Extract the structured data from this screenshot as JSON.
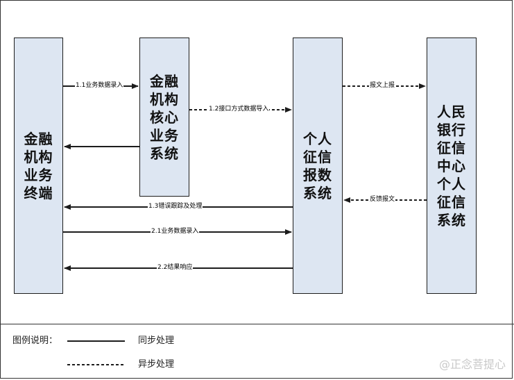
{
  "boxes": {
    "terminal": [
      "金融",
      "机构",
      "业务",
      "终端"
    ],
    "core": [
      "金融",
      "机构",
      "核心",
      "业务",
      "系统"
    ],
    "credit": [
      "个人",
      "征信",
      "报数",
      "系统"
    ],
    "pboc": [
      "人民",
      "银行",
      "征信",
      "中心",
      "个人",
      "征信",
      "系统"
    ]
  },
  "arrows": {
    "a11": "1.1业务数据录入",
    "a12": "1.2接口方式数据导入",
    "report": "报文上报",
    "feedback": "反馈报文",
    "a13": "1.3错误跟踪及处理",
    "a21": "2.1业务数据录入",
    "a22": "2.2结果响应"
  },
  "legend": {
    "title": "图例说明：",
    "sync": "同步处理",
    "async": "异步处理"
  },
  "watermark": "@正念菩提心",
  "colors": {
    "box_fill": "#dde6f2",
    "line": "#1c1c1c"
  }
}
